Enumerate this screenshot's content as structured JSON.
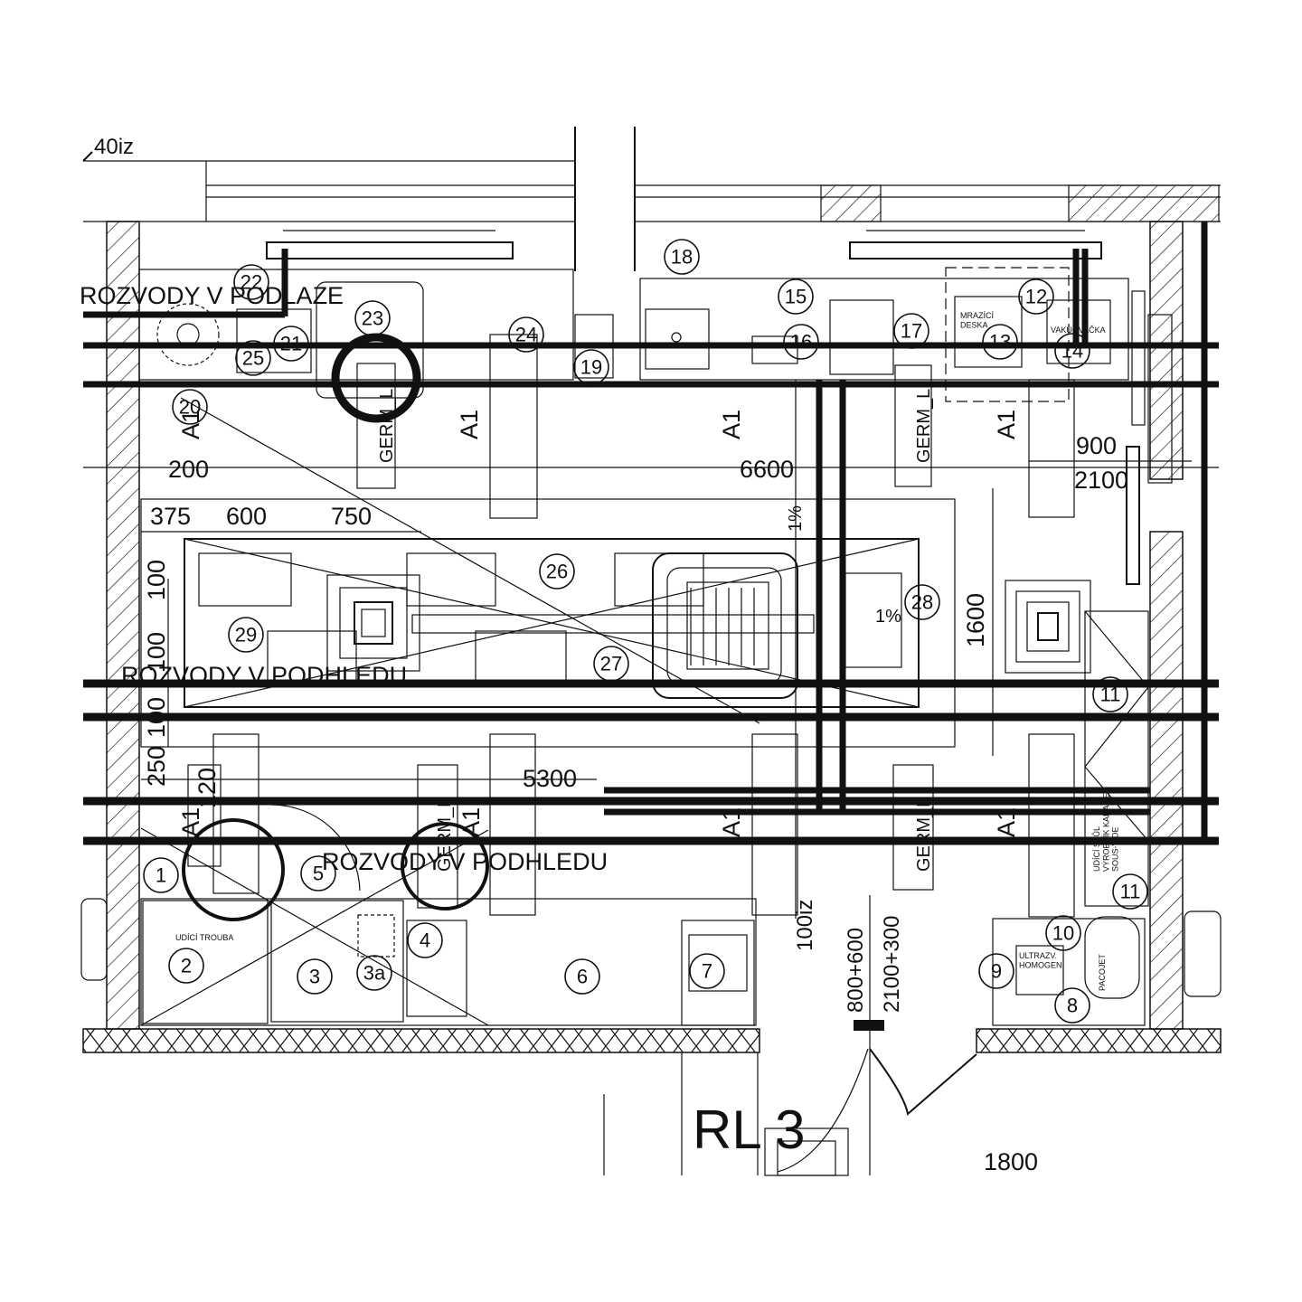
{
  "labels": {
    "level_top": "40iz",
    "distribution_floor": "ROZVODY V PODLAZE",
    "distribution_ceiling_1": "ROZVODY V PODHLEDU",
    "distribution_ceiling_2": "ROZVODY V PODHLEDU",
    "freezer_plate": "MRAZÍCÍ\nDESKA",
    "vacuum": "VAKUOVAČKA",
    "smoke_oven": "UDÍCÍ TROUBA",
    "ultrasonic": "ULTRAZV.\nHOMOGEN.",
    "pacojet": "PACOJET",
    "smoke_table": "UDÍCÍ  STŮL\nVÝROBNÍK KARAMEL\nSOUS-VIDE",
    "room_code": "RL 3",
    "germ_1": "GERM_L",
    "germ_2": "GERM_L",
    "germ_3": "GERM_L",
    "germ_4": "GERM_L",
    "a1": "A1",
    "level_door": "100iz",
    "door_size_1": "800+600",
    "door_size_2": "2100+300",
    "slope": "1%"
  },
  "dimensions": {
    "d200": "200",
    "d6600": "6600",
    "d375": "375",
    "d600": "600",
    "d750": "750",
    "d900": "900",
    "d2100": "2100",
    "d1600": "1600",
    "d100a": "100",
    "d100b": "100",
    "d100c": "100",
    "d250": "250",
    "d5300": "5300",
    "d1800": "1800",
    "d120": "120"
  },
  "tags": [
    "1",
    "2",
    "3",
    "3a",
    "4",
    "5",
    "6",
    "7",
    "8",
    "9",
    "10",
    "11",
    "11",
    "12",
    "13",
    "14",
    "15",
    "16",
    "17",
    "18",
    "19",
    "20",
    "21",
    "22",
    "23",
    "24",
    "25",
    "26",
    "27",
    "28",
    "29"
  ]
}
